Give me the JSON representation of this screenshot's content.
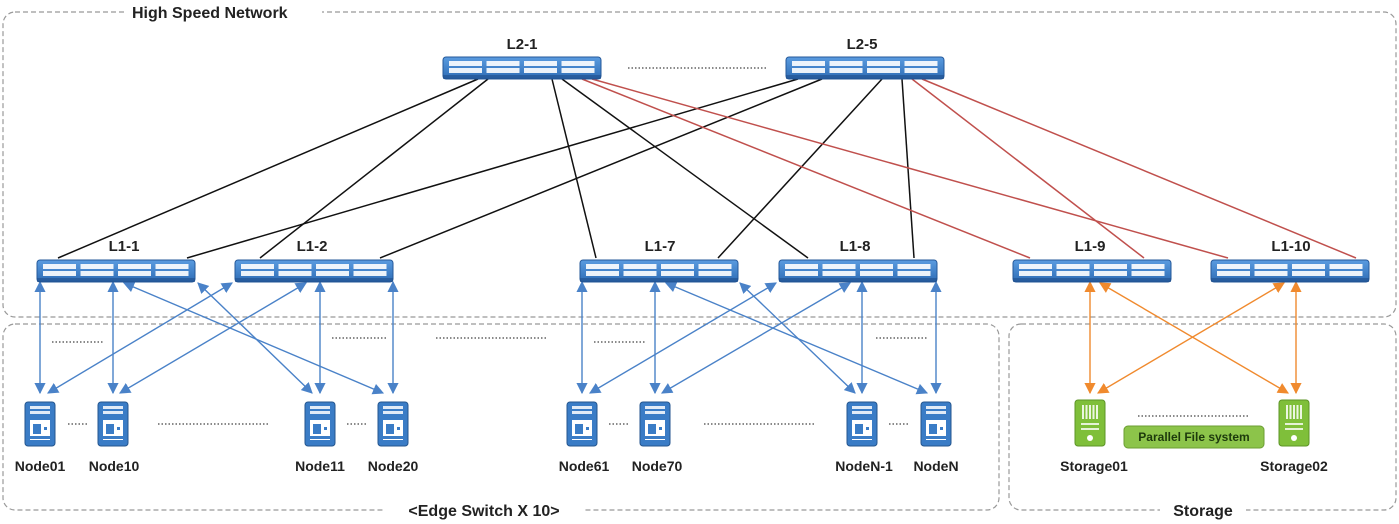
{
  "groups": {
    "network": "High Speed Network",
    "edge": "<Edge Switch X 10>",
    "storage": "Storage"
  },
  "switches": {
    "l2_1": "L2-1",
    "l2_5": "L2-5",
    "l1_1": "L1-1",
    "l1_2": "L1-2",
    "l1_7": "L1-7",
    "l1_8": "L1-8",
    "l1_9": "L1-9",
    "l1_10": "L1-10"
  },
  "nodes": {
    "node01": "Node01",
    "node10": "Node10",
    "node11": "Node11",
    "node20": "Node20",
    "node61": "Node61",
    "node70": "Node70",
    "nodeN1": "NodeN-1",
    "nodeN": "NodeN"
  },
  "storage": {
    "s1": "Storage01",
    "s2": "Storage02",
    "pfs": "Parallel File system"
  },
  "colors": {
    "switch": "#3a7cc6",
    "uplink_black": "#111111",
    "uplink_red": "#c0504d",
    "node_link": "#4a82c8",
    "storage_link": "#f08a2e",
    "storage_server": "#7fbf3a",
    "pfs_badge": "#8cc44a"
  }
}
